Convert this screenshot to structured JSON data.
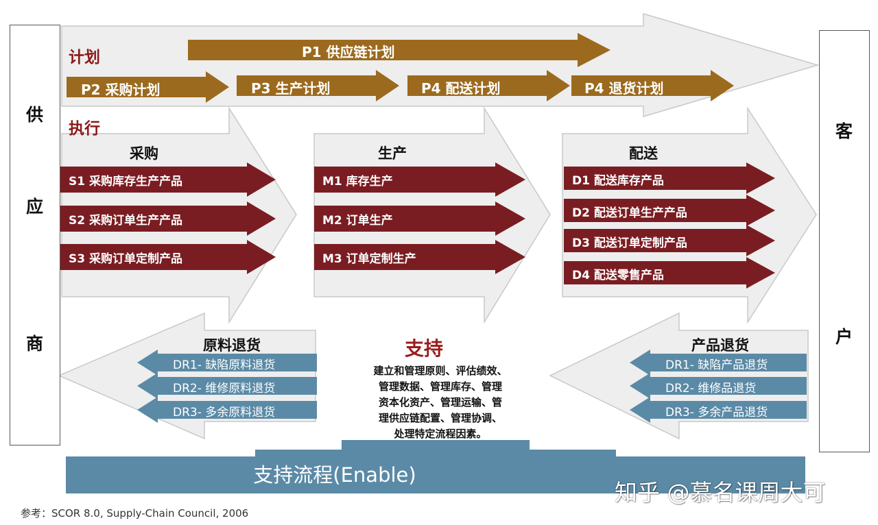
{
  "supplier_chars": [
    "供",
    "应",
    "商"
  ],
  "customer_chars": [
    "客",
    "户"
  ],
  "plan": {
    "title": "计划",
    "top": "P1 供应链计划",
    "steps": [
      "P2 采购计划",
      "P3 生产计划",
      "P4 配送计划",
      "P4 退货计划"
    ]
  },
  "execute": {
    "title": "执行",
    "groups": [
      {
        "title": "采购",
        "items": [
          "S1 采购库存生产产品",
          "S2 采购订单生产产品",
          "S3 采购订单定制产品"
        ]
      },
      {
        "title": "生产",
        "items": [
          "M1 库存生产",
          "M2 订单生产",
          "M3 订单定制生产"
        ]
      },
      {
        "title": "配送",
        "items": [
          "D1 配送库存产品",
          "D2 配送订单生产产品",
          "D3 配送订单定制产品",
          "D4 配送零售产品"
        ]
      }
    ]
  },
  "returns": {
    "material": {
      "title": "原料退货",
      "items": [
        "DR1- 缺陷原料退货",
        "DR2- 维修原料退货",
        "DR3- 多余原料退货"
      ]
    },
    "product": {
      "title": "产品退货",
      "items": [
        "DR1- 缺陷产品退货",
        "DR2- 维修品退货",
        "DR3- 多余产品退货"
      ]
    }
  },
  "support": {
    "title": "支持",
    "lines": [
      "建立和管理原则、评估绩效、",
      "管理数据、管理库存、管理",
      "资本化资产、管理运输、管",
      "理供应链配置、管理协调、",
      "处理特定流程因素。"
    ]
  },
  "enable_label": "支持流程(Enable)",
  "watermark": "知乎 @慕名课周大可",
  "reference": "参考：SCOR 8.0, Supply-Chain Council, 2006",
  "colors": {
    "brown": "#9c6a1e",
    "dark_red": "#7a1d22",
    "steel_blue": "#5b8aa6",
    "light_gray": "#eeeeee",
    "title_red": "#8b1a1a"
  }
}
